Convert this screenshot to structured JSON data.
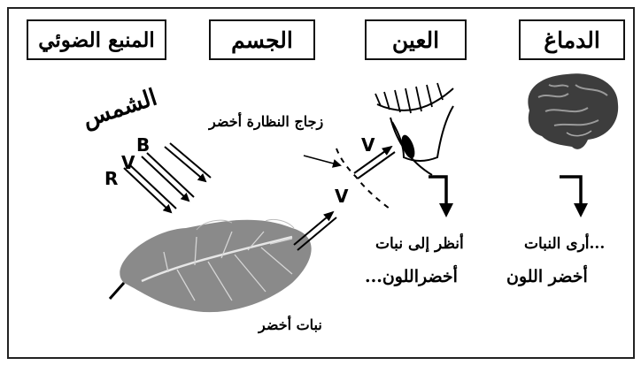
{
  "headers": {
    "brain": "الدماغ",
    "eye": "العين",
    "object": "الجسم",
    "light_source": "المنبع الضوئي"
  },
  "labels": {
    "sun": "الشمس",
    "glasses": "زجاج النظارة أخضر",
    "green_plant": "نبات أخضر",
    "eye_text_line1": "أنظر إلى نبات",
    "eye_text_line2": "أخضراللون...",
    "brain_text_line1": "...أرى النبات",
    "brain_text_line2": "أخضر اللون"
  },
  "rays": {
    "r": "R",
    "v": "V",
    "b": "B",
    "reflected_v": "V",
    "transmitted_v": "V"
  },
  "icons": [
    "brain-icon",
    "eye-icon",
    "leaf-icon",
    "sun-rays-icon",
    "down-turn-arrow-icon"
  ]
}
